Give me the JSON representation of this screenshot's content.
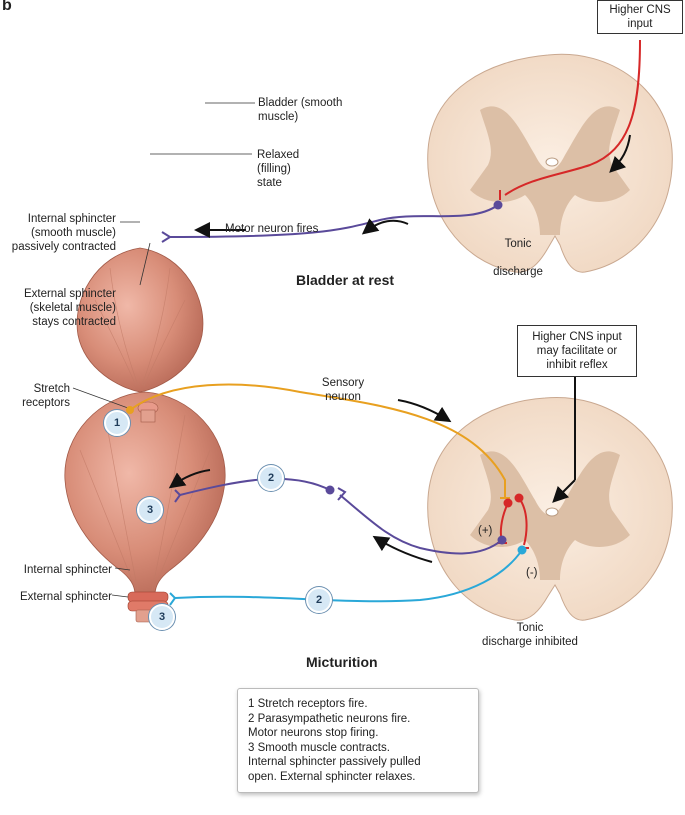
{
  "panel_letter": "b",
  "titles": {
    "rest": "Bladder at rest",
    "micturition": "Micturition"
  },
  "labels": {
    "bladder_smooth": "Bladder (smooth\nmuscle)",
    "relaxed": "Relaxed\n(filling)\nstate",
    "internal_sphincter_top": "Internal sphincter\n(smooth muscle)\npassively contracted",
    "external_sphincter_top": "External sphincter\n(skeletal muscle)\nstays contracted",
    "motor_neuron_fires": "Motor neuron fires",
    "tonic_discharge": "Tonic\n\ndischarge",
    "stretch_receptors": "Stretch\nreceptors",
    "sensory_neuron": "Sensory\nneuron",
    "internal_sphincter_bottom": "Internal sphincter",
    "external_sphincter_bottom": "External sphincter",
    "tonic_discharge_inhibited": "Tonic\ndischarge inhibited",
    "plus": "(+)",
    "minus": "(-)"
  },
  "boxes": {
    "higher_cns_top": "Higher CNS\ninput",
    "higher_cns_bottom": "Higher CNS input\nmay facilitate or\ninhibit reflex"
  },
  "badges": {
    "one": "1",
    "two": "2",
    "three": "3"
  },
  "legend": [
    "1 Stretch receptors fire.",
    "2 Parasympathetic neurons fire.\n   Motor neurons stop firing.",
    "3 Smooth muscle contracts.\n   Internal sphincter passively pulled\n   open. External sphincter relaxes."
  ],
  "colors": {
    "sensory": "#e8a020",
    "parasympathetic": "#5a4a9a",
    "motor": "#2aa8d8",
    "excitatory": "#d62828",
    "cord": "#f7e6d6",
    "gray_matter": "#dcbfa6",
    "bladder": "#d88d78"
  }
}
